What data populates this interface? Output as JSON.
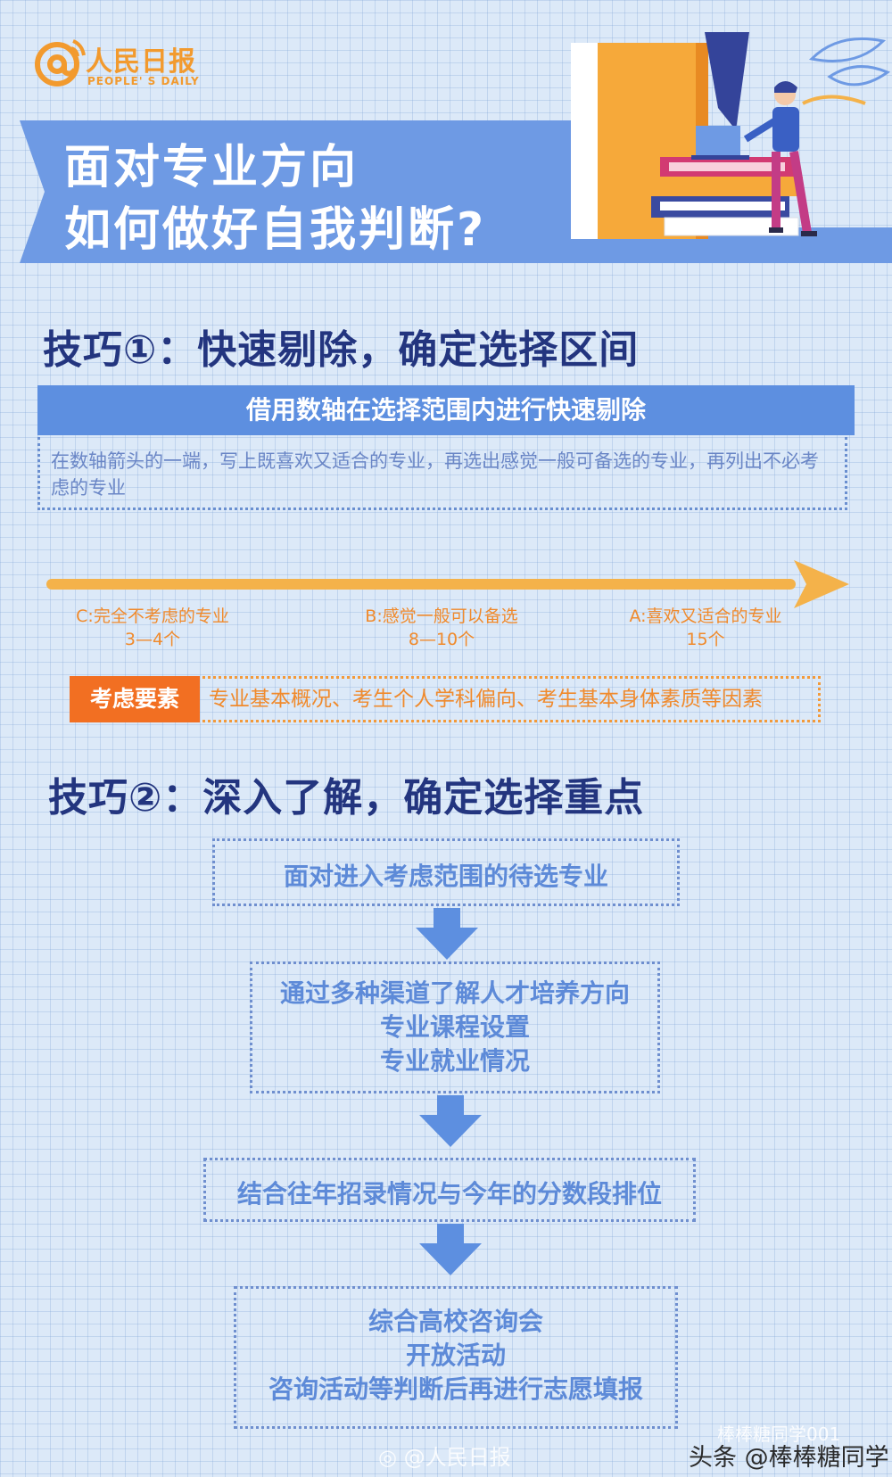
{
  "logo": {
    "cn": "人民日报",
    "en": "PEOPLE' S DAILY"
  },
  "banner": {
    "title_line1": "面对专业方向",
    "title_line2": "如何做好自我判断?"
  },
  "section1": {
    "title": "技巧①：快速剔除，确定选择区间",
    "bar_label": "借用数轴在选择范围内进行快速剔除",
    "description": "在数轴箭头的一端，写上既喜欢又适合的专业，再选出感觉一般可备选的专业，再列出不必考虑的专业",
    "categories": [
      {
        "label": "C:完全不考虑的专业",
        "count": "3—4个"
      },
      {
        "label": "B:感觉一般可以备选",
        "count": "8—10个"
      },
      {
        "label": "A:喜欢又适合的专业",
        "count": "15个"
      }
    ],
    "factor_label": "考虑要素",
    "factor_text": "专业基本概况、考生个人学科偏向、考生基本身体素质等因素"
  },
  "section2": {
    "title": "技巧②：深入了解，确定选择重点",
    "steps": [
      {
        "lines": [
          "面对进入考虑范围的待选专业"
        ]
      },
      {
        "lines": [
          "通过多种渠道了解人才培养方向",
          "专业课程设置",
          "专业就业情况"
        ]
      },
      {
        "lines": [
          "结合往年招录情况与今年的分数段排位"
        ]
      },
      {
        "lines": [
          "综合高校咨询会",
          "开放活动",
          "咨询活动等判断后再进行志愿填报"
        ]
      }
    ]
  },
  "footer": {
    "weibo": "@人民日报",
    "source": "头条 @棒棒糖同学",
    "wechat": "棒棒糖同学001"
  },
  "colors": {
    "navy": "#23357f",
    "blue": "#5d8fe0",
    "orange": "#f26f22",
    "light_orange": "#f4b24a",
    "background": "#dce9f8"
  }
}
